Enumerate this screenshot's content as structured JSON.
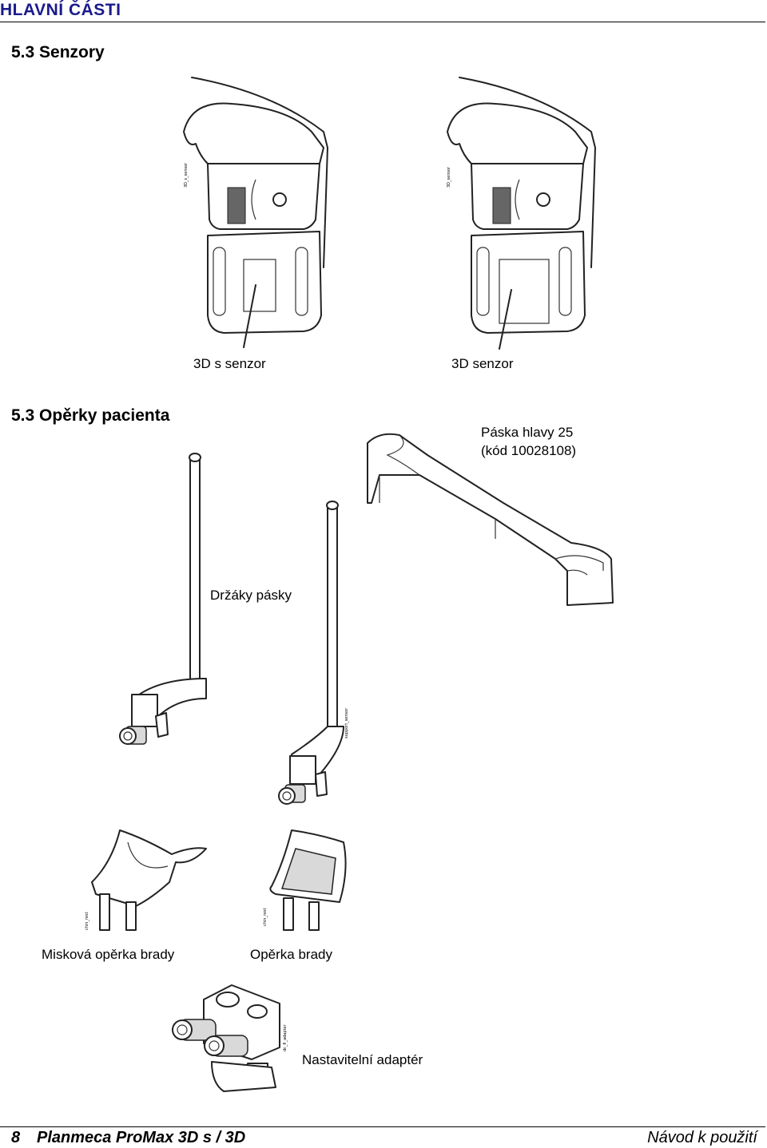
{
  "header": {
    "title": "HLAVNÍ ČÁSTI"
  },
  "sections": [
    {
      "title": "5.3  Senzory"
    },
    {
      "title": "5.3  Opěrky pacienta"
    }
  ],
  "figures": {
    "sensor_3d_s": "3D s senzor",
    "sensor_3d": "3D senzor",
    "head_strap_line1": "Páska hlavy 25",
    "head_strap_line2": "(kód 10028108)",
    "strap_holders": "Držáky pásky",
    "cup_chin_rest": "Misková opěrka brady",
    "chin_rest": "Opěrka brady",
    "adjustable_adapter": "Nastavitelní adaptér"
  },
  "footer": {
    "page_number": "8",
    "product": "Planmeca ProMax 3D s / 3D",
    "manual": "Návod k použití"
  }
}
